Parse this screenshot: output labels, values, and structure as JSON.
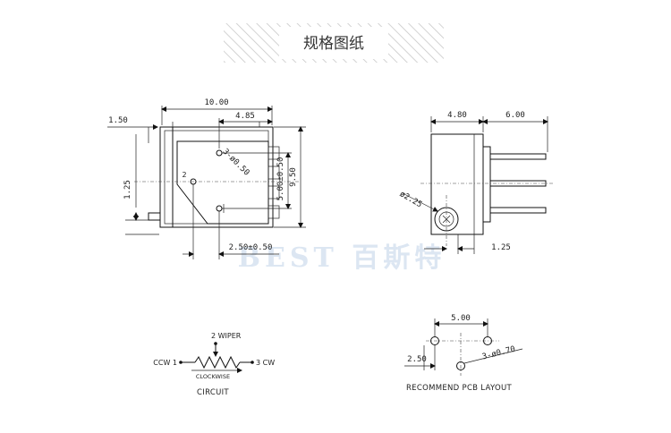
{
  "header": {
    "title": "规格图纸"
  },
  "watermark": {
    "text": "BEST 百斯特"
  },
  "front_view": {
    "dim_total_width": "10.00",
    "dim_offset": "4.85",
    "dim_left": "1.50",
    "dim_pin_height": "1.25",
    "dim_height": "9.50",
    "dim_pitch_vertical": "5.00±0.50",
    "dim_pitch_horizontal": "2.50±0.50",
    "pin_hole_label": "3-ø0.50",
    "pin_2": "2"
  },
  "side_view": {
    "dim_body": "4.80",
    "dim_leads": "6.00",
    "dim_knob": "ø2.25",
    "dim_bottom": "1.25"
  },
  "circuit": {
    "caption": "CIRCUIT",
    "pin_1": "CCW 1",
    "pin_2": "2 WIPER",
    "pin_3": "3 CW",
    "direction": "CLOCKWISE"
  },
  "pcb_layout": {
    "caption": "RECOMMEND PCB LAYOUT",
    "dim_width": "5.00",
    "dim_offset": "2.50",
    "hole_label": "3-ø0.70"
  }
}
